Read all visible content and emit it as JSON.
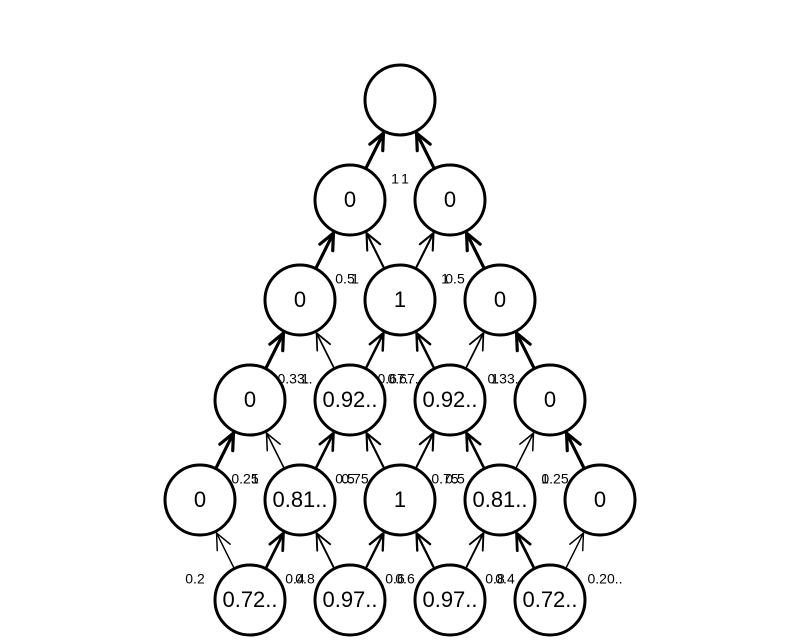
{
  "nodes": [
    {
      "id": "n0",
      "row": 0,
      "col": 0,
      "label": ""
    },
    {
      "id": "n1a",
      "row": 1,
      "col": -1,
      "label": "0"
    },
    {
      "id": "n1b",
      "row": 1,
      "col": 1,
      "label": "0"
    },
    {
      "id": "n2a",
      "row": 2,
      "col": -2,
      "label": "0"
    },
    {
      "id": "n2b",
      "row": 2,
      "col": 0,
      "label": "1"
    },
    {
      "id": "n2c",
      "row": 2,
      "col": 2,
      "label": "0"
    },
    {
      "id": "n3a",
      "row": 3,
      "col": -3,
      "label": "0"
    },
    {
      "id": "n3b",
      "row": 3,
      "col": -1,
      "label": "0.92.."
    },
    {
      "id": "n3c",
      "row": 3,
      "col": 1,
      "label": "0.92.."
    },
    {
      "id": "n3d",
      "row": 3,
      "col": 3,
      "label": "0"
    },
    {
      "id": "n4a",
      "row": 4,
      "col": -4,
      "label": "0"
    },
    {
      "id": "n4b",
      "row": 4,
      "col": -2,
      "label": "0.81.."
    },
    {
      "id": "n4c",
      "row": 4,
      "col": 0,
      "label": "1"
    },
    {
      "id": "n4d",
      "row": 4,
      "col": 2,
      "label": "0.81.."
    },
    {
      "id": "n4e",
      "row": 4,
      "col": 4,
      "label": "0"
    },
    {
      "id": "n5a",
      "row": 5,
      "col": -3,
      "label": "0.72.."
    },
    {
      "id": "n5b",
      "row": 5,
      "col": -1,
      "label": "0.97.."
    },
    {
      "id": "n5c",
      "row": 5,
      "col": 1,
      "label": "0.97.."
    },
    {
      "id": "n5d",
      "row": 5,
      "col": 3,
      "label": "0.72.."
    }
  ],
  "edges": [
    {
      "from": "n1a",
      "to": "n0",
      "label": "1",
      "weight": 1
    },
    {
      "from": "n1b",
      "to": "n0",
      "label": "1",
      "weight": 1
    },
    {
      "from": "n2a",
      "to": "n1a",
      "label": "1",
      "weight": 1
    },
    {
      "from": "n2b",
      "to": "n1a",
      "label": "0.5",
      "weight": 0.5
    },
    {
      "from": "n2b",
      "to": "n1b",
      "label": "0.5",
      "weight": 0.5
    },
    {
      "from": "n2c",
      "to": "n1b",
      "label": "1",
      "weight": 1
    },
    {
      "from": "n3a",
      "to": "n2a",
      "label": "1",
      "weight": 1
    },
    {
      "from": "n3b",
      "to": "n2a",
      "label": "0.33..",
      "weight": 0.33
    },
    {
      "from": "n3b",
      "to": "n2b",
      "label": "0.67..",
      "weight": 0.67
    },
    {
      "from": "n3c",
      "to": "n2b",
      "label": "0.67..",
      "weight": 0.67
    },
    {
      "from": "n3c",
      "to": "n2c",
      "label": "0.33..",
      "weight": 0.33
    },
    {
      "from": "n3d",
      "to": "n2c",
      "label": "1",
      "weight": 1
    },
    {
      "from": "n4a",
      "to": "n3a",
      "label": "1",
      "weight": 1
    },
    {
      "from": "n4b",
      "to": "n3a",
      "label": "0.25",
      "weight": 0.25
    },
    {
      "from": "n4b",
      "to": "n3b",
      "label": "0.75",
      "weight": 0.75
    },
    {
      "from": "n4c",
      "to": "n3b",
      "label": "0.5",
      "weight": 0.5
    },
    {
      "from": "n4c",
      "to": "n3c",
      "label": "0.5",
      "weight": 0.5
    },
    {
      "from": "n4d",
      "to": "n3c",
      "label": "0.75",
      "weight": 0.75
    },
    {
      "from": "n4d",
      "to": "n3d",
      "label": "0.25",
      "weight": 0.25
    },
    {
      "from": "n4e",
      "to": "n3d",
      "label": "1",
      "weight": 1
    },
    {
      "from": "n5a",
      "to": "n4a",
      "label": "0.2",
      "weight": 0.2
    },
    {
      "from": "n5a",
      "to": "n4b",
      "label": "0.8",
      "weight": 0.8
    },
    {
      "from": "n5b",
      "to": "n4b",
      "label": "0.4",
      "weight": 0.4
    },
    {
      "from": "n5b",
      "to": "n4c",
      "label": "0.6",
      "weight": 0.6
    },
    {
      "from": "n5c",
      "to": "n4c",
      "label": "0.6",
      "weight": 0.6
    },
    {
      "from": "n5c",
      "to": "n4d",
      "label": "0.4",
      "weight": 0.4
    },
    {
      "from": "n5d",
      "to": "n4d",
      "label": "0.8",
      "weight": 0.8
    },
    {
      "from": "n5d",
      "to": "n4e",
      "label": "0.20..",
      "weight": 0.2
    }
  ]
}
